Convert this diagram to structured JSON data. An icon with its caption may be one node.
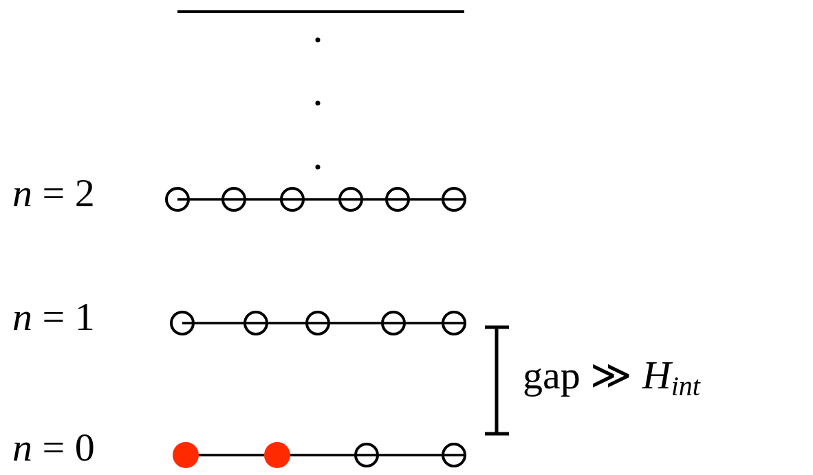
{
  "diagram": {
    "labels": [
      "*n* = 2",
      "*n* = 1",
      "*n* = 0",
      "gap ≫ *H*$_{int}$"
    ]
  }
}
